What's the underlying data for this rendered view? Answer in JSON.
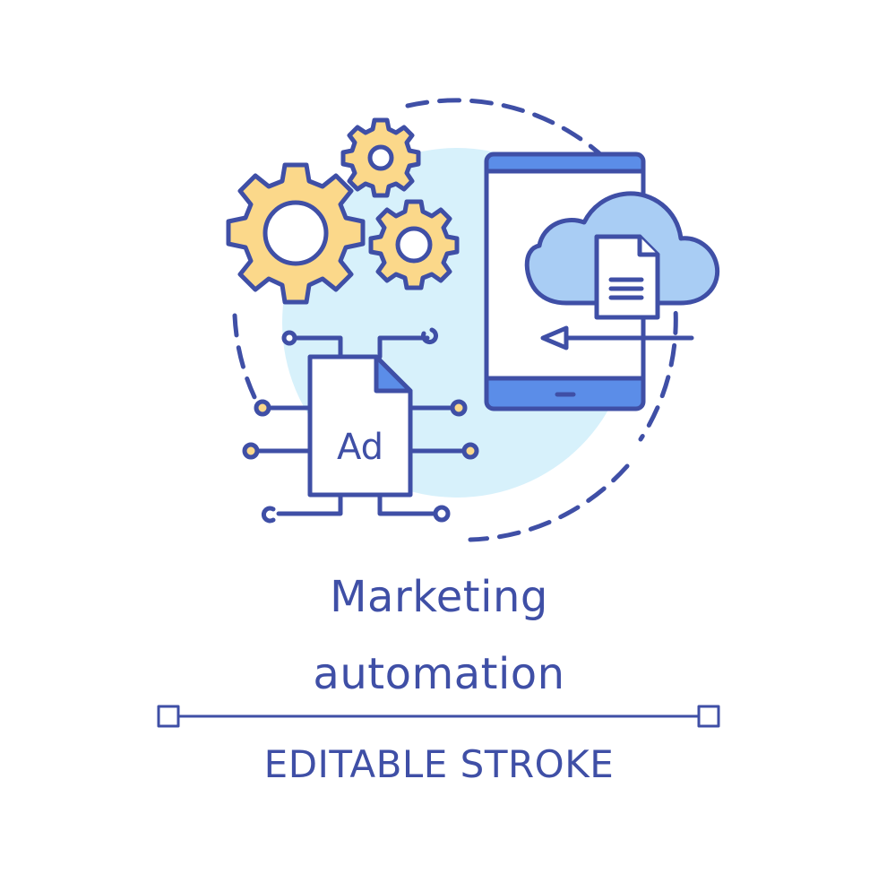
{
  "illustration": {
    "ad_label": "Ad",
    "icons": [
      "gears-icon",
      "smartphone-icon",
      "cloud-icon",
      "document-icon",
      "arrow-left-icon",
      "ad-chip-icon"
    ],
    "colors": {
      "stroke": "#3f4fa6",
      "gear_fill": "#fbd88a",
      "circle_fill": "#d7f1fb",
      "phone_screen": "#ffffff",
      "phone_bezel": "#5b8de8",
      "cloud_fill": "#a9cdf4",
      "fold_fill": "#5b8de8",
      "node_fill": "#fbd88a"
    }
  },
  "title": {
    "line1": "Marketing",
    "line2": "automation"
  },
  "footer": {
    "caption": "EDITABLE STROKE"
  }
}
